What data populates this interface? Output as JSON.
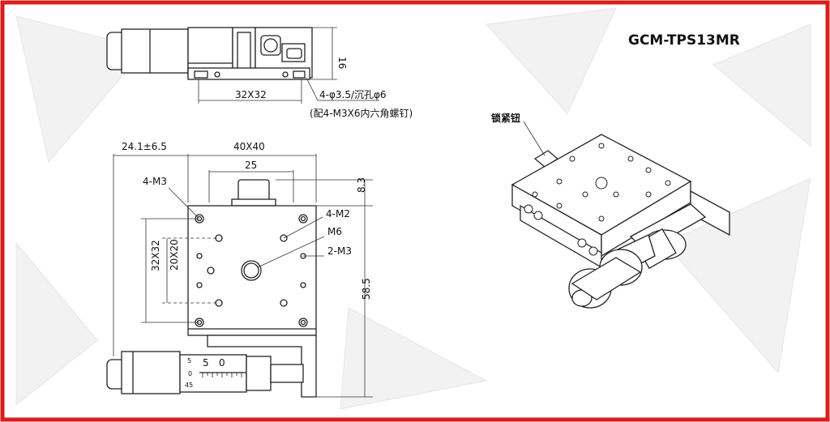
{
  "title": "GCM-TPS13MR",
  "callout_lock": "锁紧钮",
  "top_view": {
    "dim_height": "16",
    "dim_width": "32X32",
    "hole_note": "4-φ3.5/沉孔φ6",
    "screw_note": "(配4-M3X6内六角螺钉)"
  },
  "front_view": {
    "dim_travel": "24.1±6.5",
    "dim_top": "40X40",
    "dim_25": "25",
    "dim_8_3": "8.3",
    "dim_58_5": "58.5",
    "dim_32x32": "32X32",
    "dim_20x20": "20X20",
    "lbl_4m3": "4-M3",
    "lbl_4m2": "4-M2",
    "lbl_m6": "M6",
    "lbl_2m3": "2-M3",
    "scale_5": "5",
    "scale_0": "0",
    "scale_5b": "5",
    "scale_0b": "0",
    "scale_45": "45"
  },
  "colors": {
    "frame": "#d81e1e",
    "line": "#222222",
    "dim": "#333333"
  }
}
